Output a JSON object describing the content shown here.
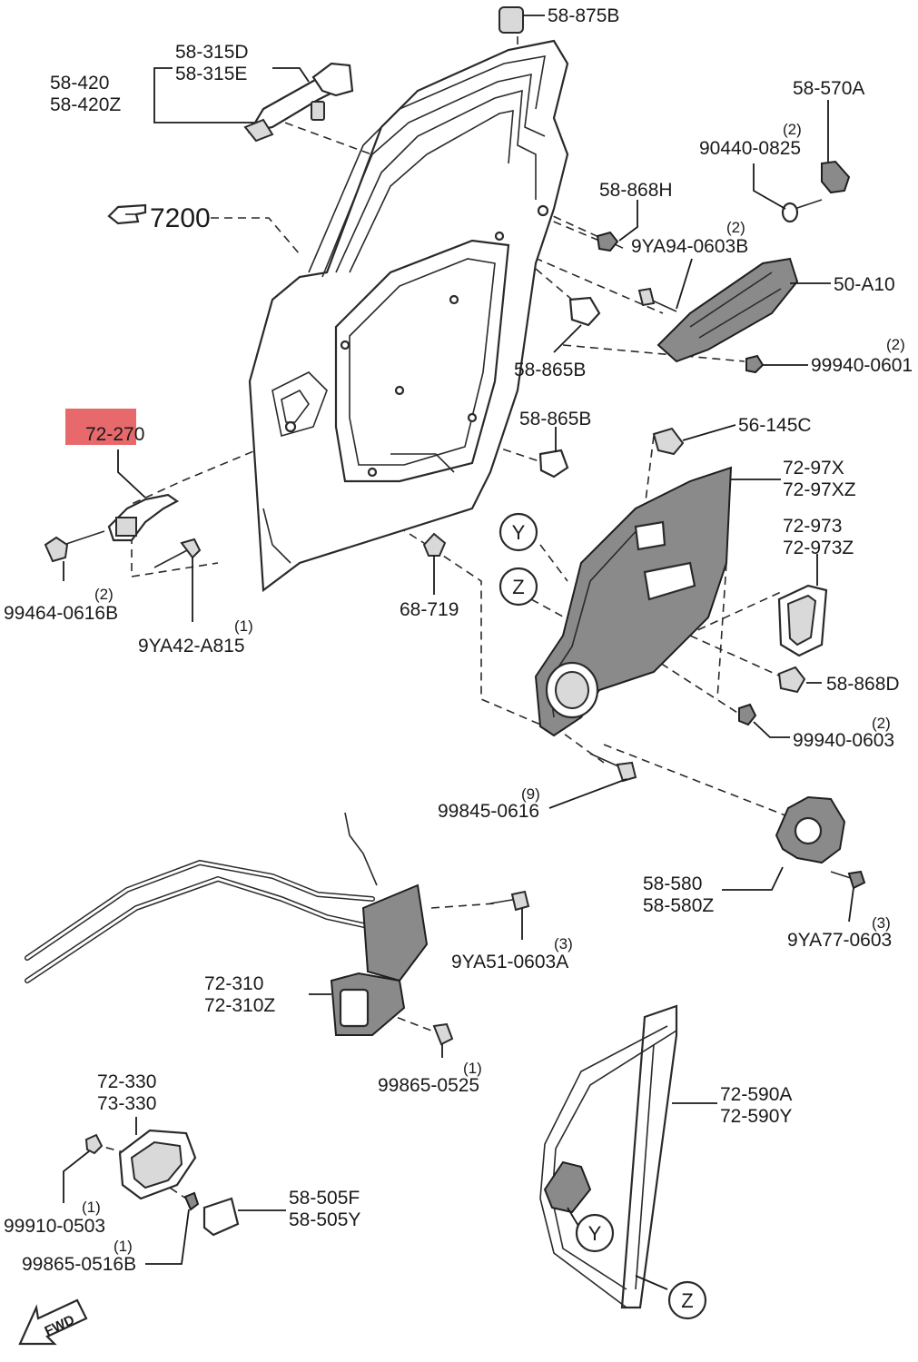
{
  "labels": {
    "p58_875B": "58-875B",
    "p58_315D": "58-315D",
    "p58_315E": "58-315E",
    "p58_420": "58-420",
    "p58_420Z": "58-420Z",
    "p58_570A": "58-570A",
    "q90440": "(2)",
    "p90440": "90440-0825",
    "p58_868H": "58-868H",
    "p7200": "7200",
    "q9YA94": "(2)",
    "p9YA94": "9YA94-0603B",
    "p50_A10": "50-A10",
    "q99940_0601": "(2)",
    "p99940_0601": "99940-0601",
    "p58_865B_a": "58-865B",
    "p72_270": "72-270",
    "p58_865B_b": "58-865B",
    "p56_145C": "56-145C",
    "p72_97X": "72-97X",
    "p72_97XZ": "72-97XZ",
    "p72_973": "72-973",
    "p72_973Z": "72-973Z",
    "callY": "Y",
    "callZ": "Z",
    "q99464": "(2)",
    "p99464": "99464-0616B",
    "p68_719": "68-719",
    "q9YA42": "(1)",
    "p9YA42": "9YA42-A815",
    "p58_868D": "58-868D",
    "q99940_0603": "(2)",
    "p99940_0603": "99940-0603",
    "q99845": "(9)",
    "p99845": "99845-0616",
    "p58_580": "58-580",
    "p58_580Z": "58-580Z",
    "q9YA77": "(3)",
    "p9YA77": "9YA77-0603",
    "q9YA51": "(3)",
    "p9YA51": "9YA51-0603A",
    "p72_310": "72-310",
    "p72_310Z": "72-310Z",
    "q99865_0525": "(1)",
    "p99865_0525": "99865-0525",
    "p72_330": "72-330",
    "p73_330": "73-330",
    "q99910": "(1)",
    "p99910": "99910-0503",
    "p58_505F": "58-505F",
    "p58_505Y": "58-505Y",
    "q99865_0516": "(1)",
    "p99865_0516": "99865-0516B",
    "p72_590A": "72-590A",
    "p72_590Y": "72-590Y",
    "callY2": "Y",
    "callZ2": "Z",
    "fwd": "FWD"
  },
  "colors": {
    "highlight": "#e8696b",
    "line": "#2a2a2a"
  },
  "icons": {
    "pointer": "pointing-hand-icon",
    "forward": "fwd-arrow-icon"
  }
}
